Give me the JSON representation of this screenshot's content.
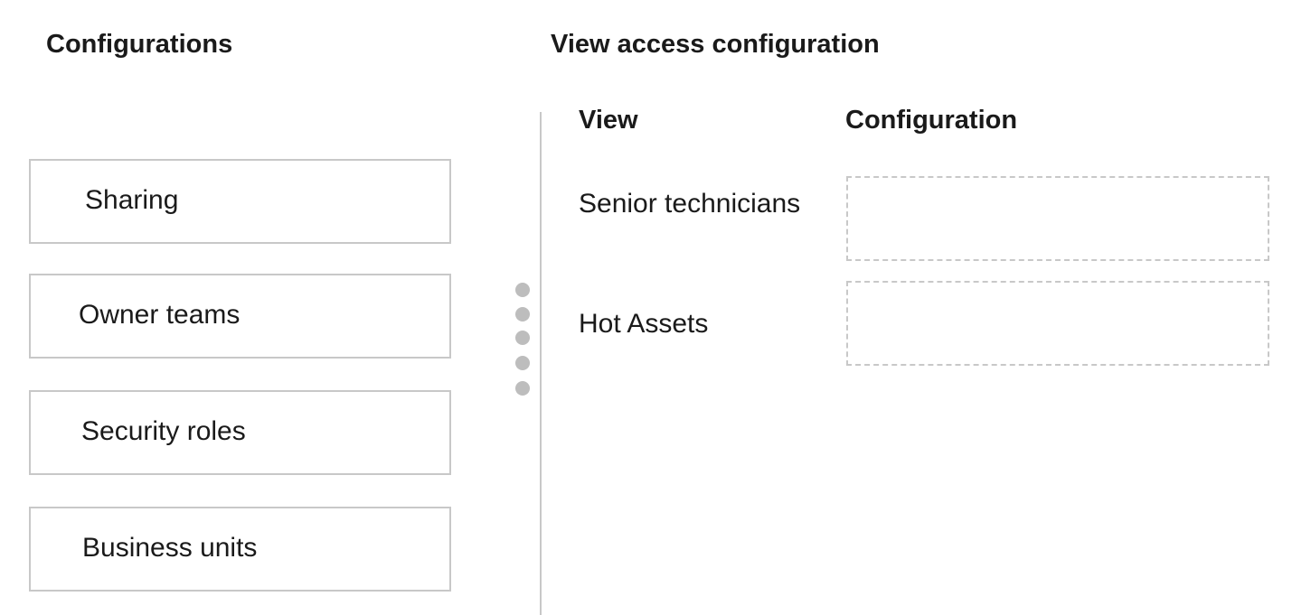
{
  "left_panel": {
    "title": "Configurations",
    "options": [
      {
        "label": "Sharing"
      },
      {
        "label": "Owner teams"
      },
      {
        "label": "Security roles"
      },
      {
        "label": "Business units"
      }
    ]
  },
  "right_panel": {
    "title": "View access configuration",
    "columns": {
      "view": "View",
      "configuration": "Configuration"
    },
    "rows": [
      {
        "view": "Senior technicians",
        "configuration": ""
      },
      {
        "view": "Hot Assets",
        "configuration": ""
      }
    ]
  },
  "icons": {
    "drag_handle": "drag-handle-dots-icon"
  },
  "colors": {
    "border": "#c8c8c8",
    "dot": "#bdbdbd",
    "text": "#1a1a1a"
  }
}
